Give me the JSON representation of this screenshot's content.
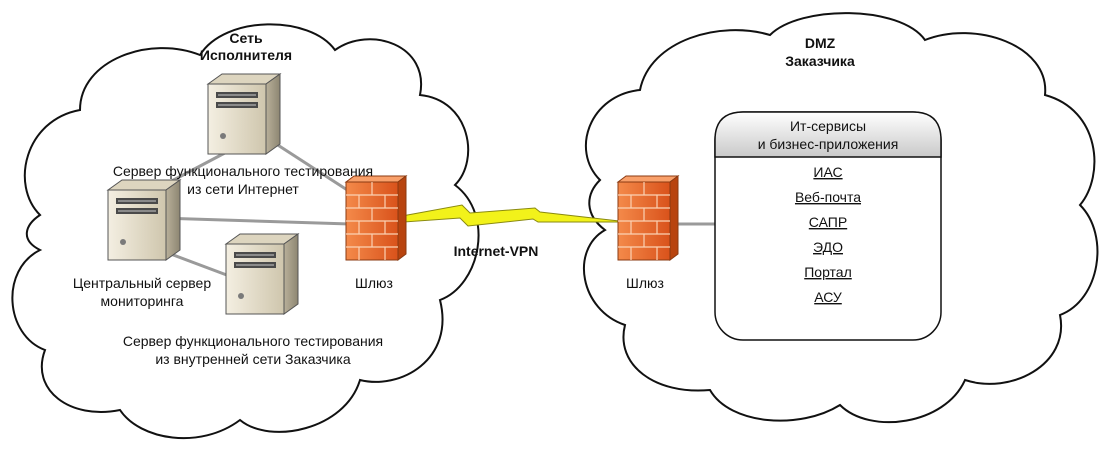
{
  "left_cloud": {
    "title_line1": "Сеть",
    "title_line2": "Исполнителя",
    "server_internet_line1": "Сервер функционального тестирования",
    "server_internet_line2": "из сети Интернет",
    "central_server_line1": "Центральный сервер",
    "central_server_line2": "мониторинга",
    "server_internal_line1": "Сервер функционального тестирования",
    "server_internal_line2": "из внутренней сети Заказчика",
    "gateway_label": "Шлюз"
  },
  "link": {
    "label": "Internet-VPN"
  },
  "right_cloud": {
    "title_line1": "DMZ",
    "title_line2": "Заказчика",
    "gateway_label": "Шлюз",
    "services_box": {
      "header_line1": "Ит-сервисы",
      "header_line2": "и бизнес-приложения",
      "items": [
        "ИАС",
        "Веб-почта",
        "САПР",
        "ЭДО",
        "Портал",
        "АСУ"
      ]
    }
  },
  "colors": {
    "firewall": "#e8662a",
    "server_body": "#e9e2cf",
    "link_bolt": "#f2f21a",
    "connector": "#9a9a9a"
  }
}
